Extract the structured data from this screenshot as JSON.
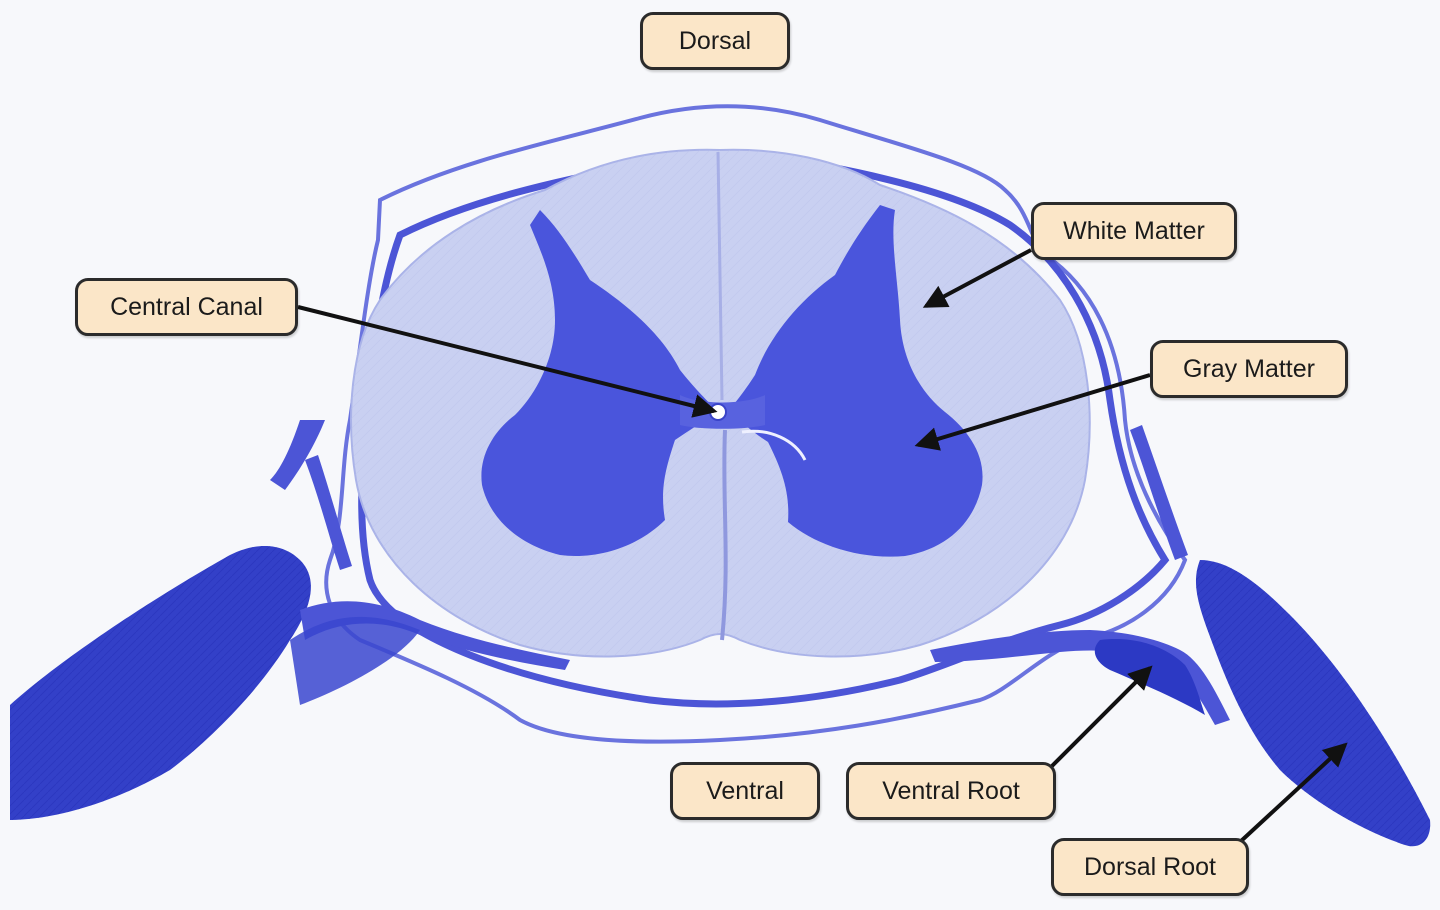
{
  "labels": {
    "dorsal": "Dorsal",
    "white_matter": "White Matter",
    "central_canal": "Central Canal",
    "gray_matter": "Gray Matter",
    "ventral": "Ventral",
    "ventral_root": "Ventral Root",
    "dorsal_root": "Dorsal Root"
  },
  "colors": {
    "background": "#f7f8fb",
    "white_matter": "#c9d0f1",
    "gray_matter": "#4a55dc",
    "membrane": "#5a63d8",
    "root": "#3340c8",
    "label_fill": "#fbe6c8",
    "label_border": "#2b2b2b",
    "arrow": "#111111"
  }
}
